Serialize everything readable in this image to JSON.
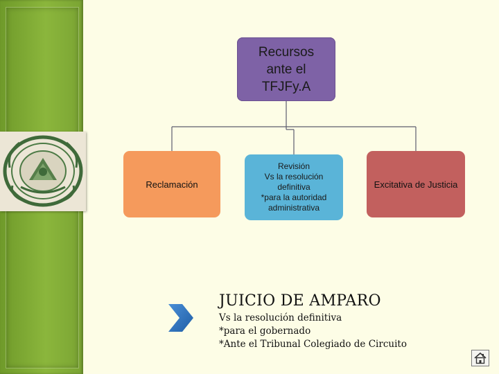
{
  "diagram": {
    "root": "Recursos ante el TFJFy.A",
    "children": [
      {
        "label": "Reclamación"
      },
      {
        "lines": [
          "Revisión",
          "Vs la resolución",
          "definitiva",
          "*para la autoridad",
          "administrativa"
        ]
      },
      {
        "label": "Excitativa de Justicia"
      }
    ]
  },
  "amparo": {
    "title": "JUICIO DE AMPARO",
    "lines": [
      "Vs la resolución definitiva",
      "*para el gobernado",
      "*Ante el Tribunal Colegiado de Circuito"
    ]
  },
  "icons": {
    "seal": "mexico-seal-icon",
    "chevron": "chevron-right-icon",
    "home": "home-icon"
  },
  "colors": {
    "root": "#7e62a6",
    "reclamacion": "#f59a5c",
    "revision": "#5ab4d8",
    "excitativa": "#c2605e",
    "chevron": "#2f6fb5",
    "sidebar": "#8bb63c"
  }
}
